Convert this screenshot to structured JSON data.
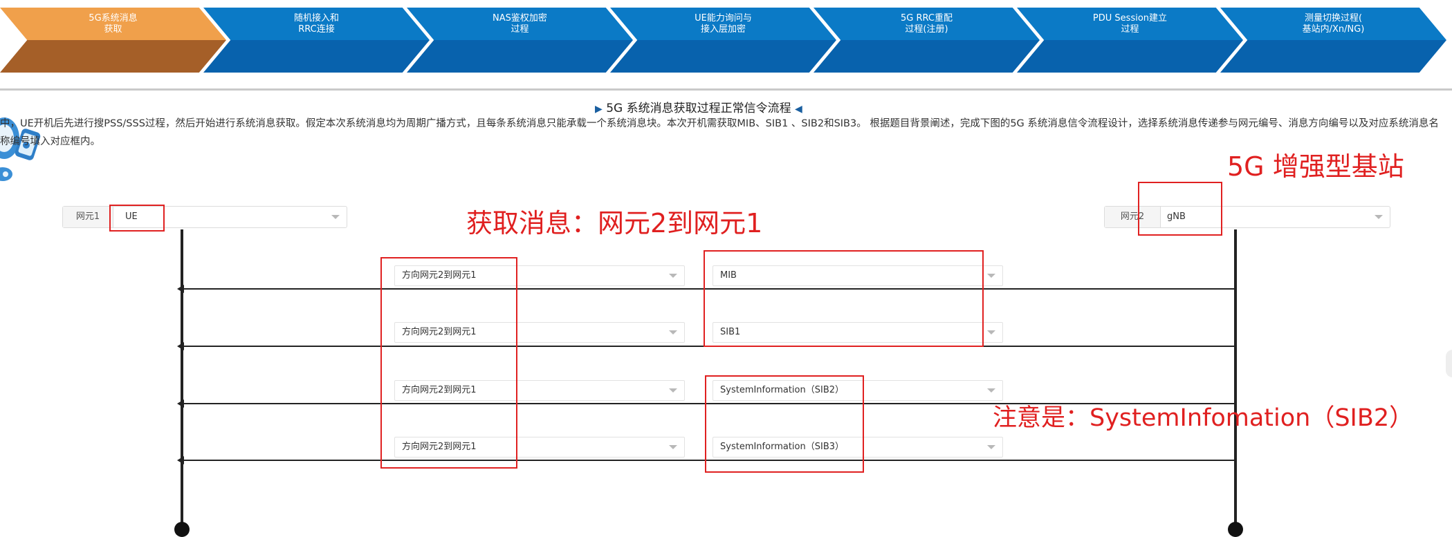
{
  "steps": [
    {
      "label": "5G系统消息\n获取",
      "active": true
    },
    {
      "label": "随机接入和\nRRC连接",
      "active": false
    },
    {
      "label": "NAS鉴权加密\n过程",
      "active": false
    },
    {
      "label": "UE能力询问与\n接入层加密",
      "active": false
    },
    {
      "label": "5G RRC重配\n过程(注册)",
      "active": false
    },
    {
      "label": "PDU Session建立\n过程",
      "active": false
    },
    {
      "label": "测量切换过程(\n基站内/Xn/NG)",
      "active": false
    }
  ],
  "colors": {
    "active_top": "#f0a04b",
    "active_bottom": "#a55f28",
    "inactive_top": "#0b7ac6",
    "inactive_bottom": "#0862ad",
    "annotation_red": "#e02020"
  },
  "flow": {
    "title": "5G 系统消息获取过程正常信令流程",
    "description": "中，UE开机后先进行搜PSS/SSS过程，然后开始进行系统消息获取。假定本次系统消息均为周期广播方式，且每条系统消息只能承载一个系统消息块。本次开机需获取MIB、SIB1 、SIB2和SIB3。 根据题目背景阐述，完成下图的5G 系统消息信令流程设计，选择系统消息传递参与网元编号、消息方向编号以及对应系统消息名称编号填入对应框内。"
  },
  "ne1": {
    "tag": "网元1",
    "value": "UE"
  },
  "ne2": {
    "tag": "网元2",
    "value": "gNB"
  },
  "messages": [
    {
      "direction": "方向网元2到网元1",
      "name": "MIB"
    },
    {
      "direction": "方向网元2到网元1",
      "name": "SIB1"
    },
    {
      "direction": "方向网元2到网元1",
      "name": "SystemInformation（SIB2）"
    },
    {
      "direction": "方向网元2到网元1",
      "name": "SystemInformation（SIB3）"
    }
  ],
  "annotations": {
    "enhanced_gnb": "5G 增强型基站",
    "get_message": "获取消息：网元2到网元1",
    "note": "注意是：SystemInfomation（SIB2）"
  }
}
